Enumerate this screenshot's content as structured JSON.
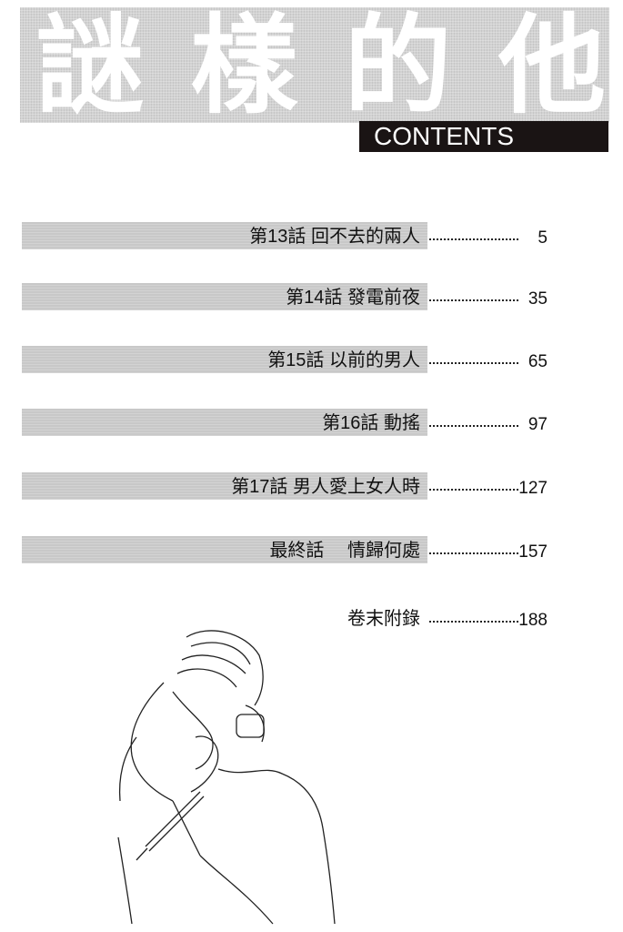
{
  "header": {
    "title_chars": [
      "謎",
      "樣",
      "的",
      "他"
    ],
    "contents_label": "CONTENTS"
  },
  "toc": [
    {
      "title": "第13話  回不去的兩人",
      "page": "5"
    },
    {
      "title": "第14話  發電前夜",
      "page": "35"
    },
    {
      "title": "第15話  以前的男人",
      "page": "65"
    },
    {
      "title": "第16話  動搖",
      "page": "97"
    },
    {
      "title": "第17話  男人愛上女人時",
      "page": "127"
    },
    {
      "title": "最終話　 情歸何處",
      "page": "157"
    }
  ],
  "appendix": {
    "title": "卷末附錄",
    "page": "188"
  }
}
